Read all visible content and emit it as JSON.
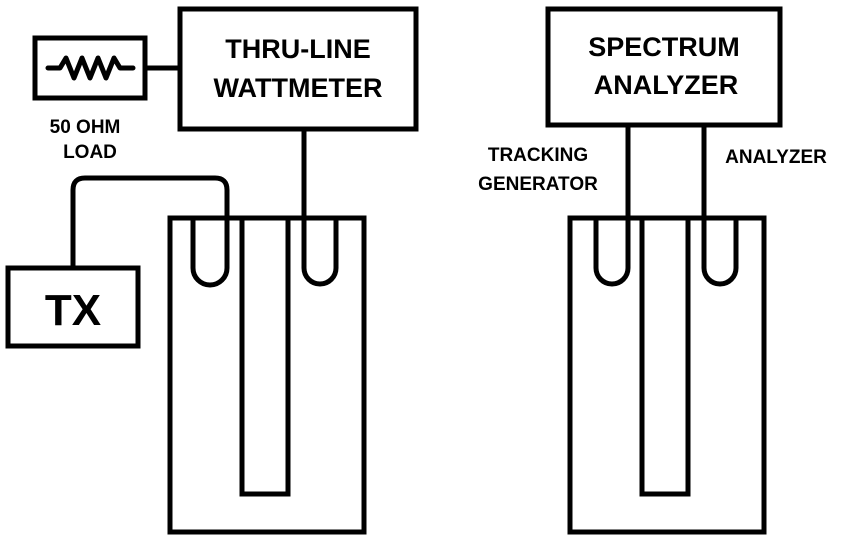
{
  "left_setup": {
    "wattmeter_line1": "THRU-LINE",
    "wattmeter_line2": "WATTMETER",
    "load_line1": "50 OHM",
    "load_line2": "LOAD",
    "tx_label": "TX"
  },
  "right_setup": {
    "analyzer_line1": "SPECTRUM",
    "analyzer_line2": "ANALYZER",
    "tracking_line1": "TRACKING",
    "tracking_line2": "GENERATOR",
    "analyzer_port_label": "ANALYZER"
  },
  "colors": {
    "stroke": "#000000",
    "background": "#ffffff"
  }
}
